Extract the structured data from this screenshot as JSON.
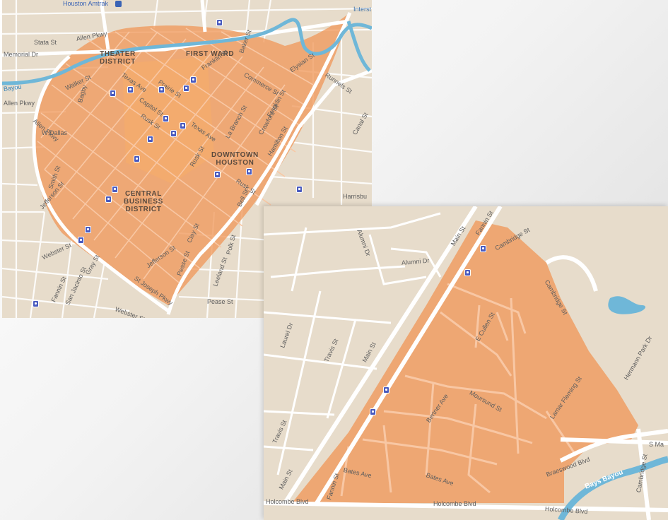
{
  "colors": {
    "map_base": "#e7dccb",
    "road": "#ffffff",
    "service_area": "#f09a5c",
    "water": "#6fb7d8",
    "transit": "#4a5bbf",
    "label": "#5e5e5e"
  },
  "map_downtown": {
    "districts": [
      {
        "line1": "THEATER",
        "line2": "DISTRICT"
      },
      {
        "line1": "FIRST WARD",
        "line2": ""
      },
      {
        "line1": "DOWNTOWN",
        "line2": "HOUSTON"
      },
      {
        "line1": "CENTRAL",
        "line2": "BUSINESS"
      },
      {
        "line1": "DISTRICT",
        "line2": ""
      }
    ],
    "poi": {
      "amtrak": "Houston Amtrak"
    },
    "highways": {
      "interstate": "Interst"
    },
    "streets": [
      "Memorial Dr",
      "Bayou",
      "Allen Pkwy",
      "W Dallas",
      "Walker St",
      "Texas Ave",
      "Prairie St",
      "Capitol St",
      "Rusk St",
      "Franklin St",
      "Commerce St",
      "Elysian St",
      "Runnels St",
      "Franklin St",
      "Crawford St",
      "La Branch St",
      "Texas Ave",
      "Hamilton St",
      "Canal St",
      "Rusk St",
      "Jefferson St",
      "Smith St",
      "Webster St",
      "Gray St",
      "Fannin St",
      "San Jacinto St",
      "Jefferson St",
      "St Joseph Pkwy",
      "Pease St",
      "Webster St",
      "Polk St",
      "Leeland St",
      "Pease St",
      "Harrisbu",
      "Baker St",
      "Allen Pkwy",
      "Bagby",
      "Allen Pkwy",
      "Stata St",
      "Bell St",
      "Clay St",
      "Rusk St"
    ]
  },
  "map_medical": {
    "streets": [
      "Alumni Dr",
      "Alumni Dr",
      "Main St",
      "Fannin St",
      "Cambridge St",
      "Cambridge St",
      "E Cullen St",
      "Bertner Ave",
      "Moursund St",
      "Lamar Fleming St",
      "Hermann Park Dr",
      "Travis St",
      "Travis St",
      "Main St",
      "Main St",
      "Bates Ave",
      "Bates Ave",
      "Fannin St",
      "Braeswood Blvd",
      "Cambridge St",
      "Holcombe Blvd",
      "Holcombe Blvd",
      "Holcombe Blvd",
      "S Ma",
      "Laurel Dr"
    ],
    "water": "Bays Bayou"
  }
}
